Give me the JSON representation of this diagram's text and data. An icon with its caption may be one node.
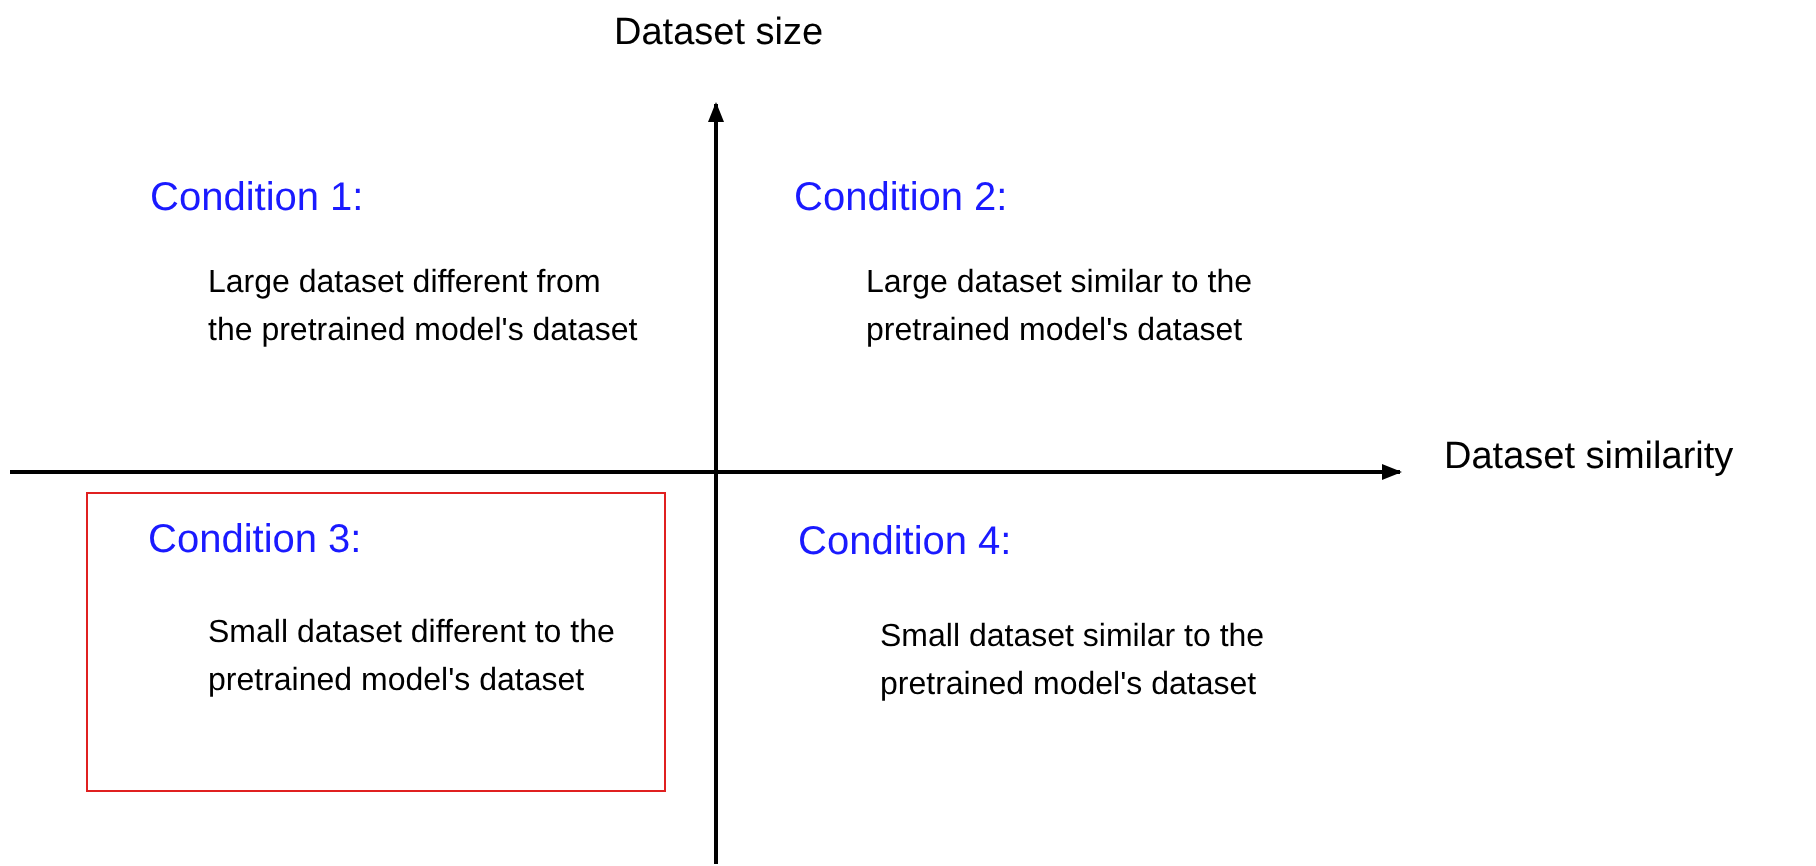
{
  "diagram": {
    "nodes": [
      {
        "text": [
          "Condition 3:",
          "Small dataset different to the pretrained model's dataset"
        ]
      }
    ],
    "labels": [
      "Dataset size",
      "Condition 1:",
      "Large dataset different from the pretrained model's dataset",
      "Condition 2:",
      "Large dataset similar to the pretrained model's dataset",
      "Dataset similarity",
      "Condition 4:",
      "Small dataset similar to the pretrained model's dataset"
    ]
  }
}
